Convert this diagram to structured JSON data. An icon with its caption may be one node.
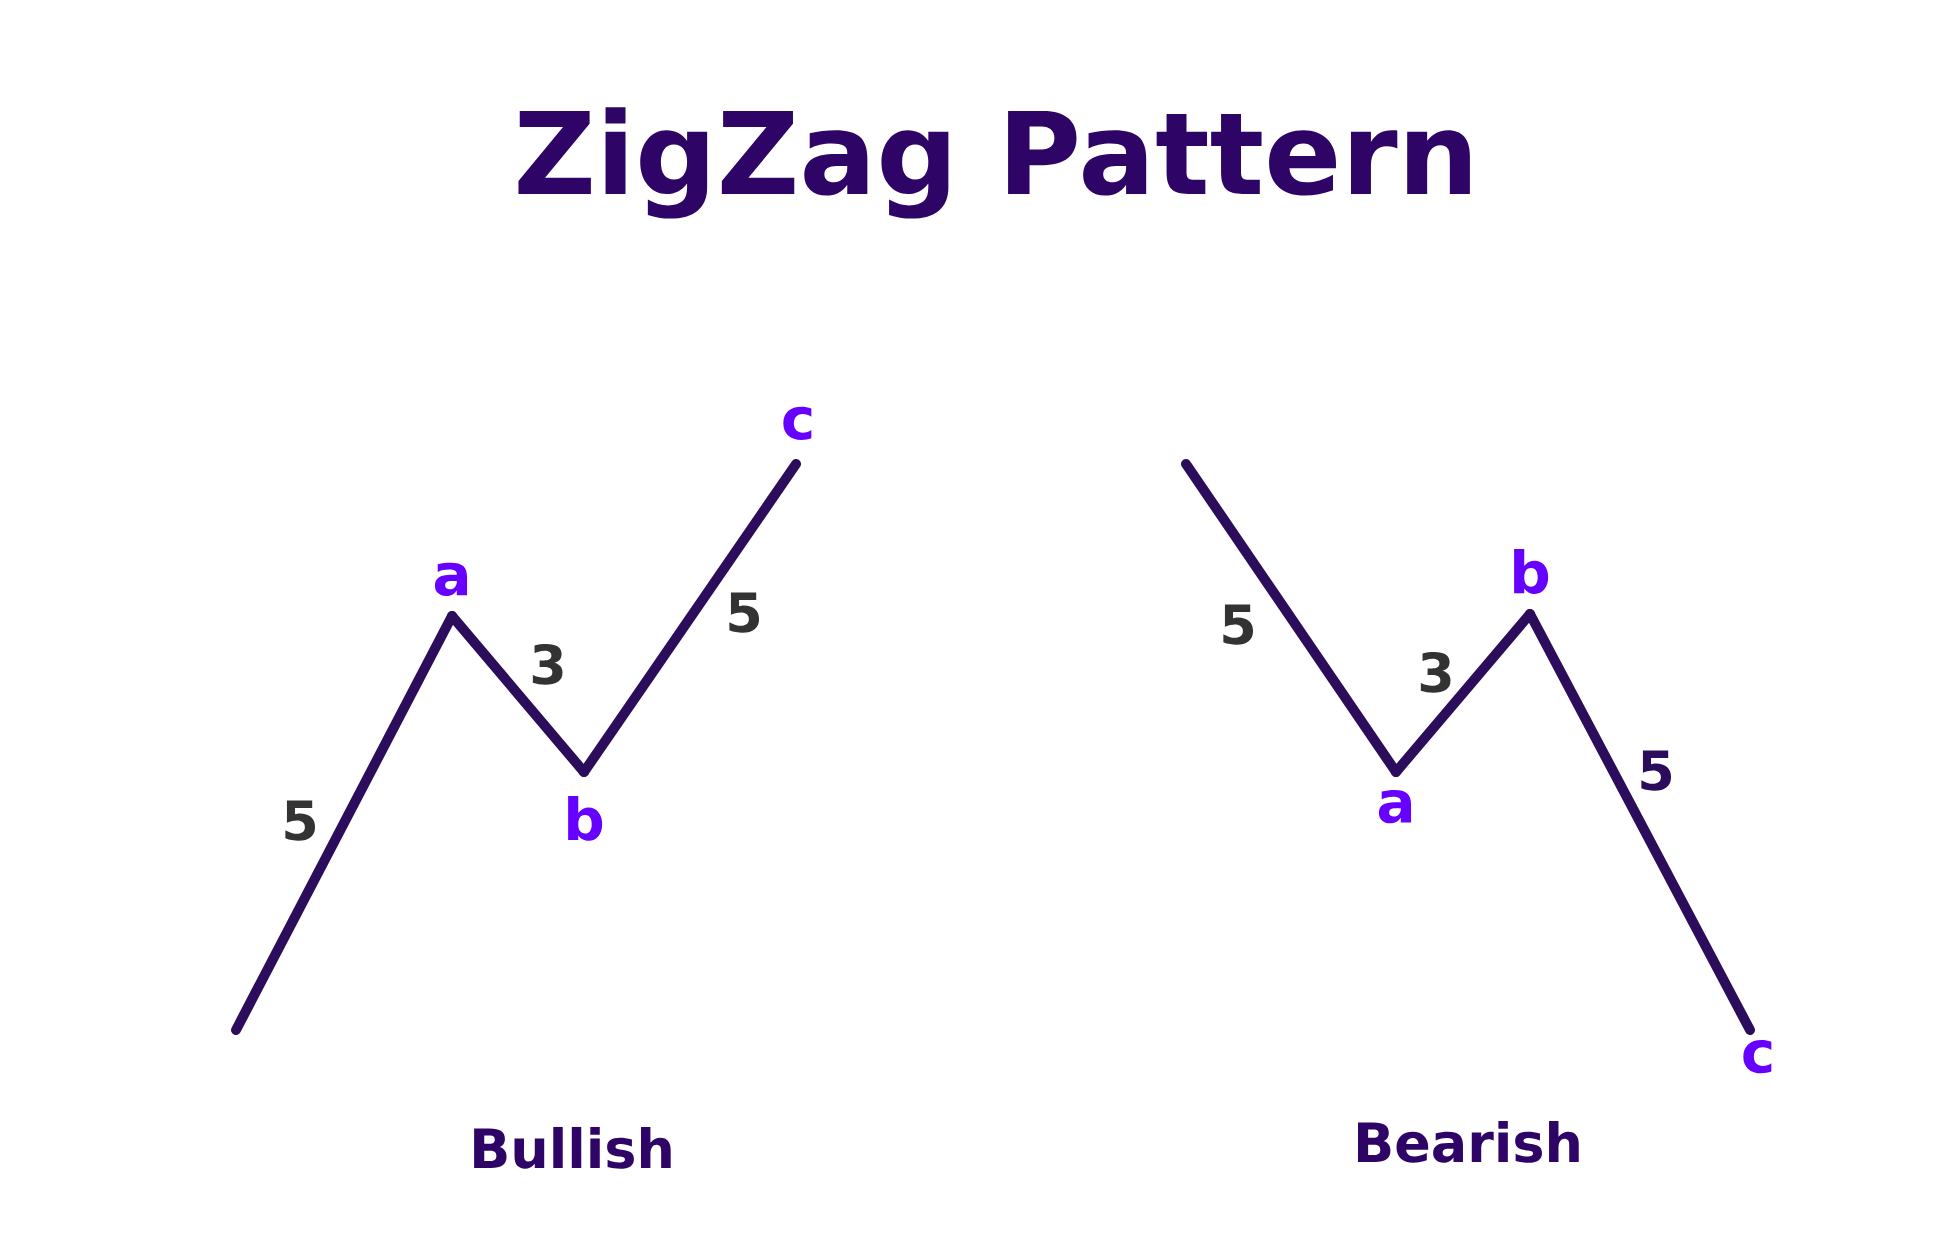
{
  "diagram": {
    "title": "ZigZag Pattern",
    "nodes": [
      {
        "text": [
          "a"
        ]
      },
      {
        "text": [
          "b"
        ]
      },
      {
        "text": [
          "c"
        ]
      },
      {
        "text": [
          "a"
        ]
      },
      {
        "text": [
          "b"
        ]
      },
      {
        "text": [
          "c"
        ]
      }
    ],
    "edges": [
      {
        "from": null,
        "to": 0,
        "arrow": "none",
        "label": "5"
      },
      {
        "from": 0,
        "to": 1,
        "arrow": "none",
        "label": "3"
      },
      {
        "from": 1,
        "to": 2,
        "arrow": "none",
        "label": "5"
      },
      {
        "from": null,
        "to": 3,
        "arrow": "none",
        "label": "5"
      },
      {
        "from": 3,
        "to": 4,
        "arrow": "none",
        "label": "3"
      },
      {
        "from": 4,
        "to": 5,
        "arrow": "none",
        "label": "5"
      }
    ],
    "labels": [
      "Bullish",
      "Bearish"
    ]
  }
}
